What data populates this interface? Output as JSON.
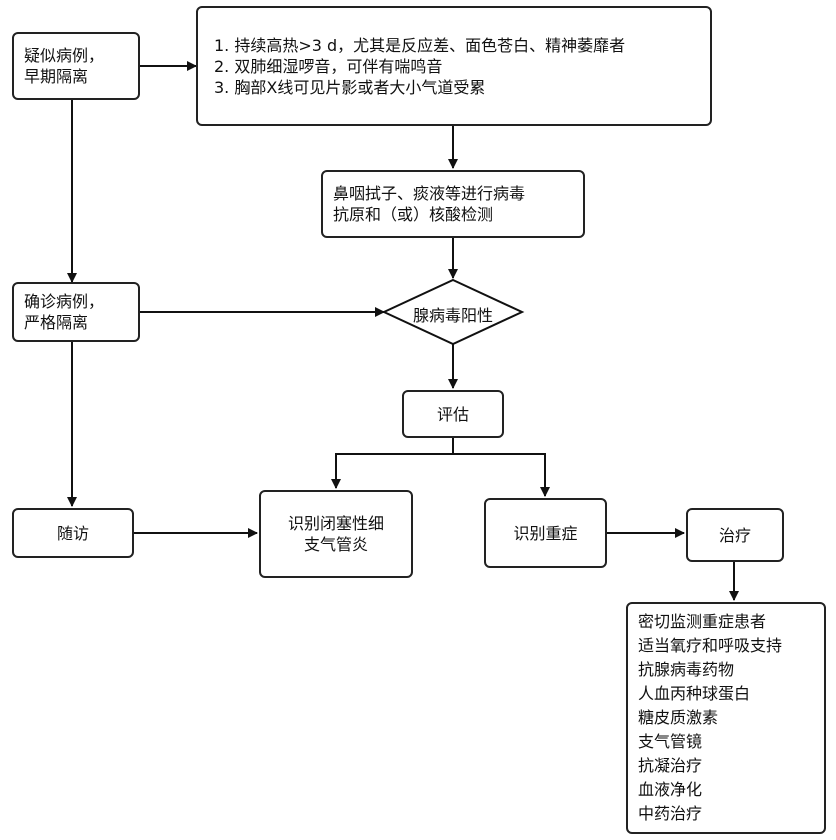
{
  "nodes": {
    "suspected": {
      "lines": [
        "疑似病例，",
        "早期隔离"
      ]
    },
    "symptoms": {
      "lines": [
        "1. 持续高热>3 d，尤其是反应差、面色苍白、精神萎靡者",
        "2. 双肺细湿啰音，可伴有喘鸣音",
        "3. 胸部X线可见片影或者大小气道受累"
      ]
    },
    "swab": {
      "lines": [
        "鼻咽拭子、痰液等进行病毒",
        "抗原和（或）核酸检测"
      ]
    },
    "confirmed": {
      "lines": [
        "确诊病例，",
        "严格隔离"
      ]
    },
    "positive": {
      "label": "腺病毒阳性"
    },
    "evaluate": {
      "label": "评估"
    },
    "followup": {
      "label": "随访"
    },
    "bronchiolitis": {
      "lines": [
        "识别闭塞性细",
        "支气管炎"
      ]
    },
    "severe": {
      "label": "识别重症"
    },
    "treatment": {
      "label": "治疗"
    },
    "measures": {
      "lines": [
        "密切监测重症患者",
        "适当氧疗和呼吸支持",
        "抗腺病毒药物",
        "人血丙种球蛋白",
        "糖皮质激素",
        "支气管镜",
        "抗凝治疗",
        "血液净化",
        "中药治疗"
      ]
    }
  }
}
